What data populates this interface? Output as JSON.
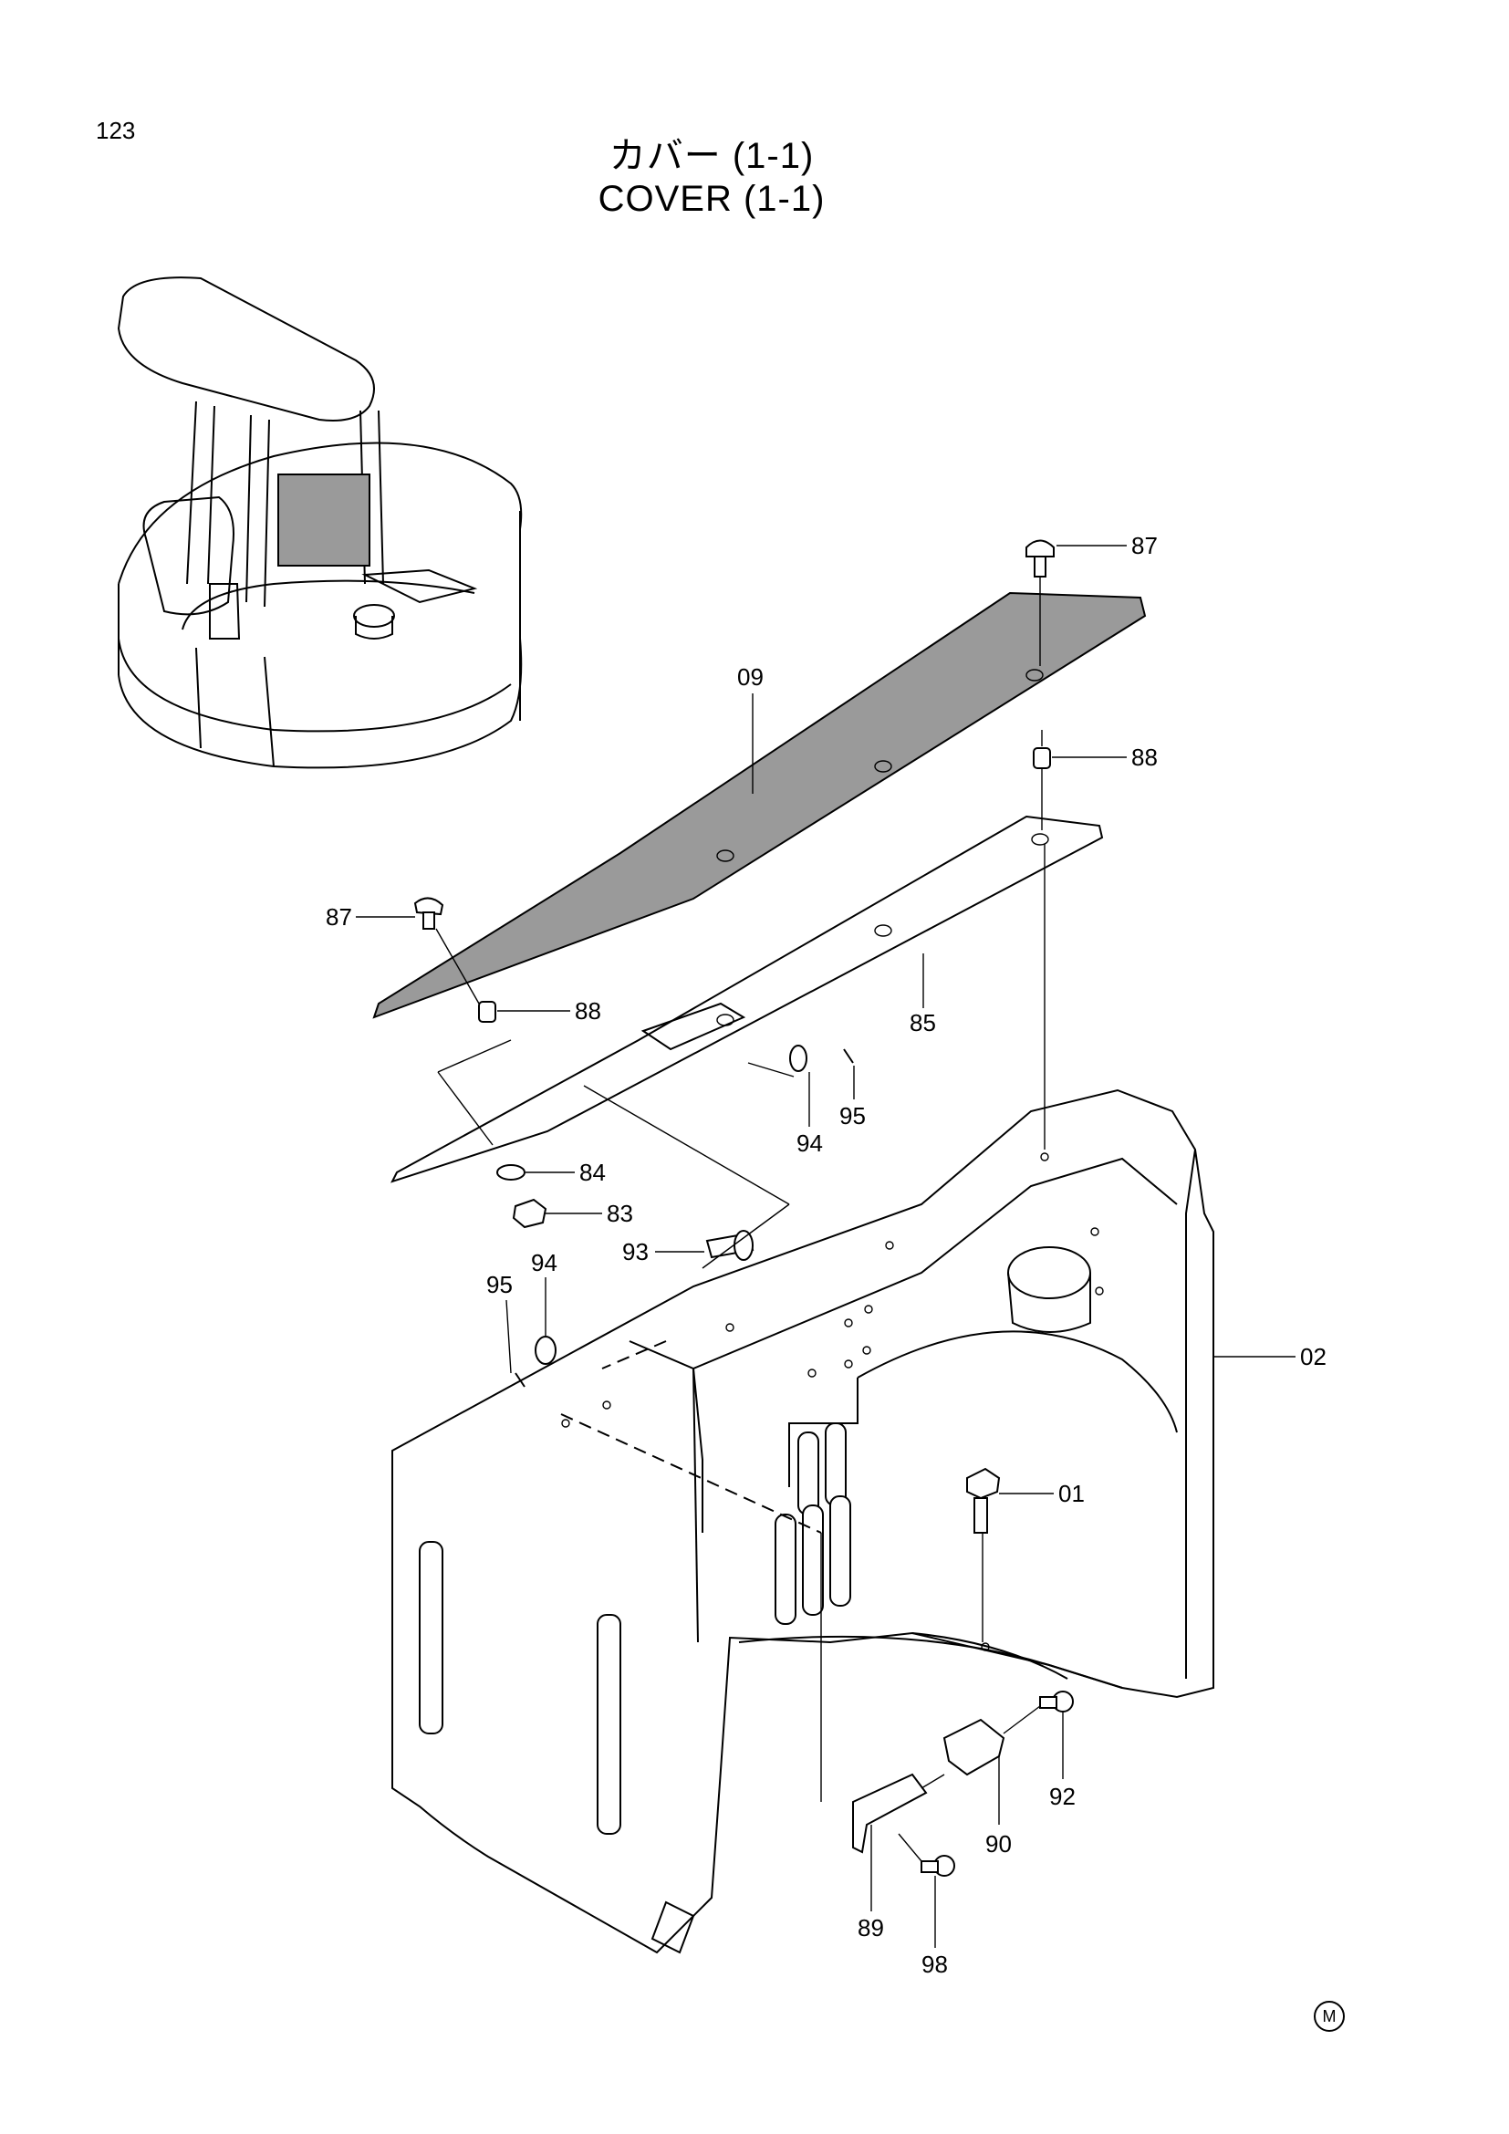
{
  "page_number": "123",
  "title_jp": "カバー (1-1)",
  "title_en": "COVER (1-1)",
  "mark": "M",
  "callouts": {
    "c87_top": "87",
    "c88_top": "88",
    "c09": "09",
    "c87_left": "87",
    "c88_left": "88",
    "c85": "85",
    "c94_right": "94",
    "c95_right": "95",
    "c84": "84",
    "c83": "83",
    "c93": "93",
    "c95_left": "95",
    "c94_left": "94",
    "c02": "02",
    "c01": "01",
    "c92": "92",
    "c90": "90",
    "c89": "89",
    "c98": "98"
  }
}
